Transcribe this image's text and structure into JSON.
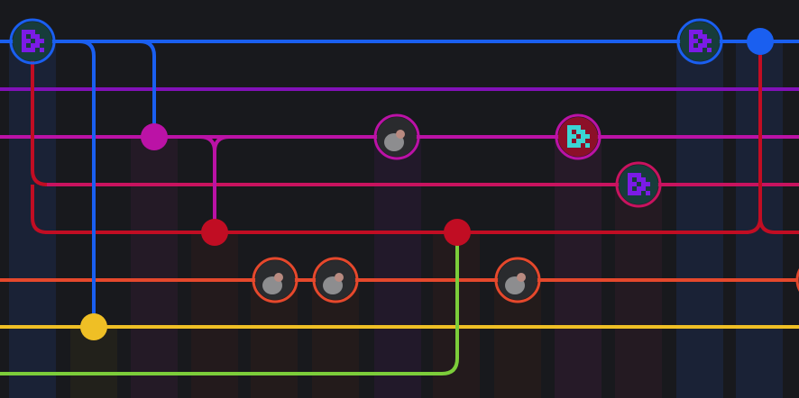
{
  "graph": {
    "lane_colors": {
      "blue": "#1a5ff0",
      "purple": "#8211b8",
      "magenta": "#bb12a6",
      "pink": "#c8135f",
      "red": "#c10d23",
      "orange": "#e5482c",
      "yellow": "#efbf25",
      "green": "#7ccd3a"
    },
    "background": "#18191d",
    "column_shade": "#1d1f24",
    "avatar_colors": {
      "identicon_bg": "#173c3b",
      "identicon_fg": "#7b1be6",
      "identicon_alt_bg": "#8c1028",
      "identicon_alt_fg": "#3ad6d4",
      "photo": "#8d8d8f"
    },
    "commit_avatars": [
      {
        "lane": "blue",
        "avatar": "identicon-purple"
      },
      {
        "lane": "blue",
        "avatar": "identicon-purple"
      },
      {
        "lane": "magenta",
        "avatar": "photo"
      },
      {
        "lane": "magenta",
        "avatar": "identicon-cyan"
      },
      {
        "lane": "pink",
        "avatar": "identicon-purple"
      },
      {
        "lane": "orange",
        "avatar": "photo"
      },
      {
        "lane": "orange",
        "avatar": "photo"
      },
      {
        "lane": "orange",
        "avatar": "photo"
      }
    ]
  }
}
